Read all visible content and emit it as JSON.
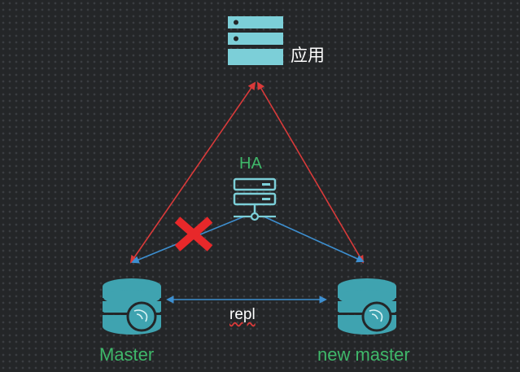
{
  "nodes": {
    "app": {
      "label": "应用"
    },
    "ha": {
      "label": "HA"
    },
    "master": {
      "label": "Master"
    },
    "new_master": {
      "label": "new master"
    }
  },
  "edges": {
    "replication": {
      "label": "repl"
    }
  },
  "colors": {
    "background": "#242628",
    "server_fill": "#7ccfd8",
    "db_fill": "#3fa3b0",
    "node_label": "#3fb86a",
    "app_to_db_line": "#d93a3a",
    "ha_to_db_line": "#3d8fd0",
    "failure_mark": "#e8282a"
  },
  "icons": {
    "app": "server-stack-icon",
    "ha": "ha-server-icon",
    "databases": "mysql-database-icon",
    "failure": "red-x-icon"
  }
}
